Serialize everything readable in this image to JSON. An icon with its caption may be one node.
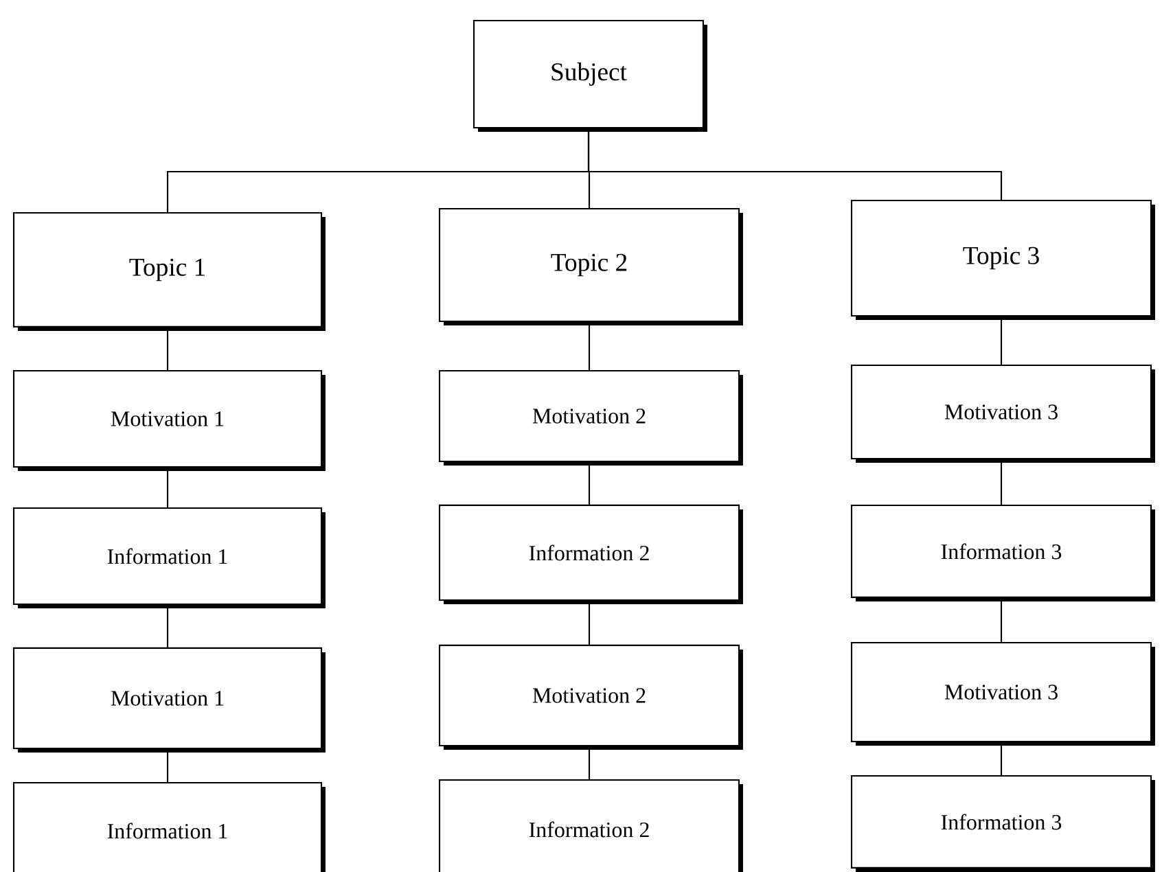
{
  "diagram": {
    "nodes": [
      {
        "text": [
          "Subject"
        ]
      },
      {
        "text": [
          "Topic 1"
        ]
      },
      {
        "text": [
          "Topic 2"
        ]
      },
      {
        "text": [
          "Topic 3"
        ]
      },
      {
        "text": [
          "Motivation 1"
        ]
      },
      {
        "text": [
          "Motivation 2"
        ]
      },
      {
        "text": [
          "Motivation 3"
        ]
      },
      {
        "text": [
          "Information 1"
        ]
      },
      {
        "text": [
          "Information 2"
        ]
      },
      {
        "text": [
          "Information 3"
        ]
      },
      {
        "text": [
          "Motivation 1"
        ]
      },
      {
        "text": [
          "Motivation 2"
        ]
      },
      {
        "text": [
          "Motivation 3"
        ]
      },
      {
        "text": [
          "Information 1"
        ]
      },
      {
        "text": [
          "Information 2"
        ]
      },
      {
        "text": [
          "Information 3"
        ]
      }
    ],
    "edges": [
      {
        "from": 0,
        "to": 1,
        "arrow": "none"
      },
      {
        "from": 0,
        "to": 2,
        "arrow": "none"
      },
      {
        "from": 0,
        "to": 3,
        "arrow": "none"
      },
      {
        "from": 1,
        "to": 4,
        "arrow": "none"
      },
      {
        "from": 2,
        "to": 5,
        "arrow": "none"
      },
      {
        "from": 3,
        "to": 6,
        "arrow": "none"
      },
      {
        "from": 4,
        "to": 7,
        "arrow": "none"
      },
      {
        "from": 5,
        "to": 8,
        "arrow": "none"
      },
      {
        "from": 6,
        "to": 9,
        "arrow": "none"
      },
      {
        "from": 7,
        "to": 10,
        "arrow": "none"
      },
      {
        "from": 8,
        "to": 11,
        "arrow": "none"
      },
      {
        "from": 9,
        "to": 12,
        "arrow": "none"
      },
      {
        "from": 10,
        "to": 13,
        "arrow": "none"
      },
      {
        "from": 11,
        "to": 14,
        "arrow": "none"
      },
      {
        "from": 12,
        "to": 15,
        "arrow": "none"
      }
    ]
  }
}
